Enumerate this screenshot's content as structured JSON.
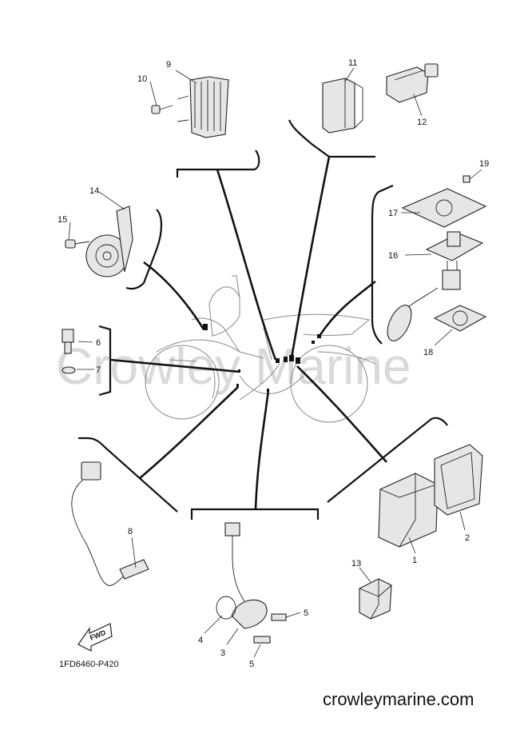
{
  "watermark": "Crowley Marine",
  "site": "crowleymarine.com",
  "diagram_code": "1FD6460-P420",
  "fwd_label": "FWD",
  "callouts": [
    "1",
    "2",
    "3",
    "4",
    "5",
    "5",
    "6",
    "7",
    "8",
    "9",
    "10",
    "11",
    "12",
    "13",
    "14",
    "15",
    "16",
    "17",
    "18",
    "19"
  ]
}
